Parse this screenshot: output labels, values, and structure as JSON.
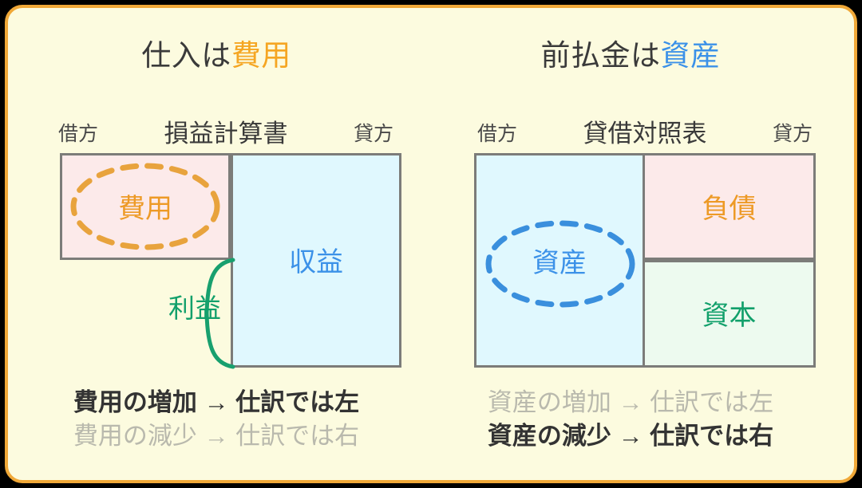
{
  "theme": {
    "page_background": "#000000",
    "card_background": "#FCFBDF",
    "card_border": "#F0A838",
    "orange": "#ED9A26",
    "blue": "#3B91E8",
    "green": "#12A06B",
    "pink_fill": "#FCEAEA",
    "blue_fill": "#E0F8FE",
    "green_fill": "#EDFAEF",
    "box_border": "#7C7C79",
    "strong_text": "#333333",
    "muted_text": "#B9B9AD"
  },
  "left_panel": {
    "title_prefix": "仕入は",
    "title_highlight": "費用",
    "header": {
      "debit": "借方",
      "document": "損益計算書",
      "credit": "貸方"
    },
    "boxes": {
      "expense": "費用",
      "revenue": "収益"
    },
    "brace_label": "利益",
    "rules": [
      {
        "text": "費用の増加 → 仕訳では左",
        "emphasis": "strong"
      },
      {
        "text": "費用の減少 → 仕訳では右",
        "emphasis": "muted"
      }
    ]
  },
  "right_panel": {
    "title_prefix": "前払金は",
    "title_highlight": "資産",
    "header": {
      "debit": "借方",
      "document": "貸借対照表",
      "credit": "貸方"
    },
    "boxes": {
      "asset": "資産",
      "liability": "負債",
      "equity": "資本"
    },
    "rules": [
      {
        "text": "資産の増加 → 仕訳では左",
        "emphasis": "muted"
      },
      {
        "text": "資産の減少 → 仕訳では右",
        "emphasis": "strong"
      }
    ]
  }
}
